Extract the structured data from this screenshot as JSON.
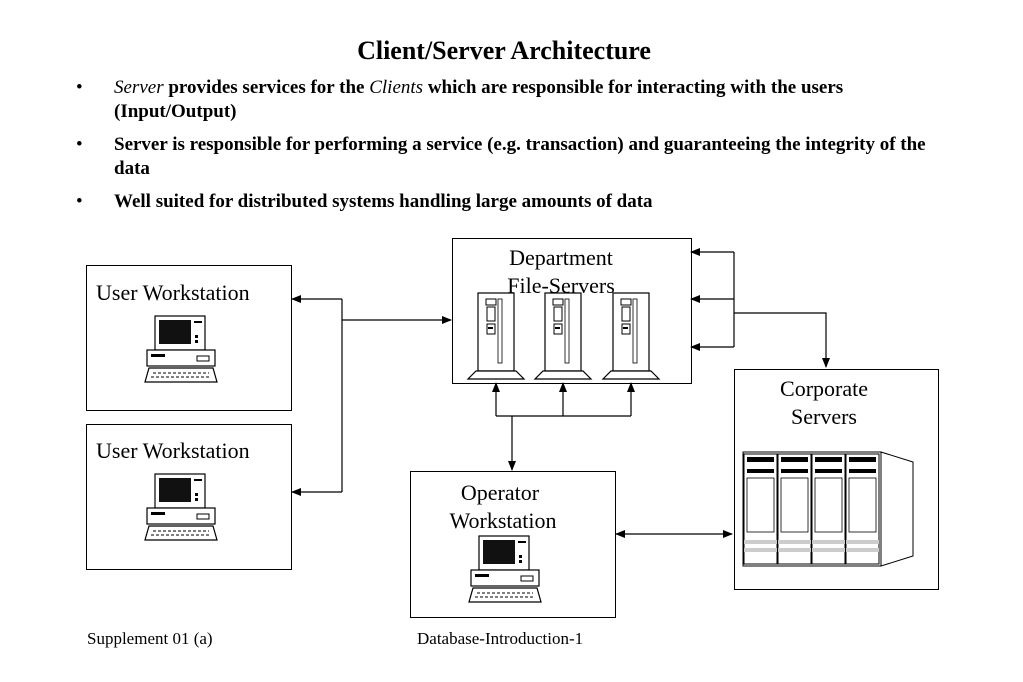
{
  "slide": {
    "title": "Client/Server Architecture",
    "bullet_marker": "•",
    "bullet1": {
      "italic1": "Server",
      "bold1": " provides services for the ",
      "italic2": "Clients",
      "bold2": " which are responsible for interacting with the users (Input/Output)"
    },
    "bullet2": "Server is responsible for performing a service (e.g. transaction) and guaranteeing the integrity of the data",
    "bullet3": "Well suited for distributed systems handling large amounts of data"
  },
  "diagram": {
    "workstation1": {
      "label": "User Workstation",
      "icon": "computer-icon"
    },
    "workstation2": {
      "label": "User Workstation",
      "icon": "computer-icon"
    },
    "department": {
      "label_line1": "Department",
      "label_line2": "File-Servers",
      "icon": "tower-server-icon",
      "server_count": 3
    },
    "operator": {
      "label_line1": "Operator",
      "label_line2": "Workstation",
      "icon": "computer-icon"
    },
    "corporate": {
      "label_line1": "Corporate",
      "label_line2": "Servers",
      "icon": "server-rack-icon"
    }
  },
  "footer": {
    "left": "Supplement 01 (a)",
    "center": "Database-Introduction-1"
  }
}
